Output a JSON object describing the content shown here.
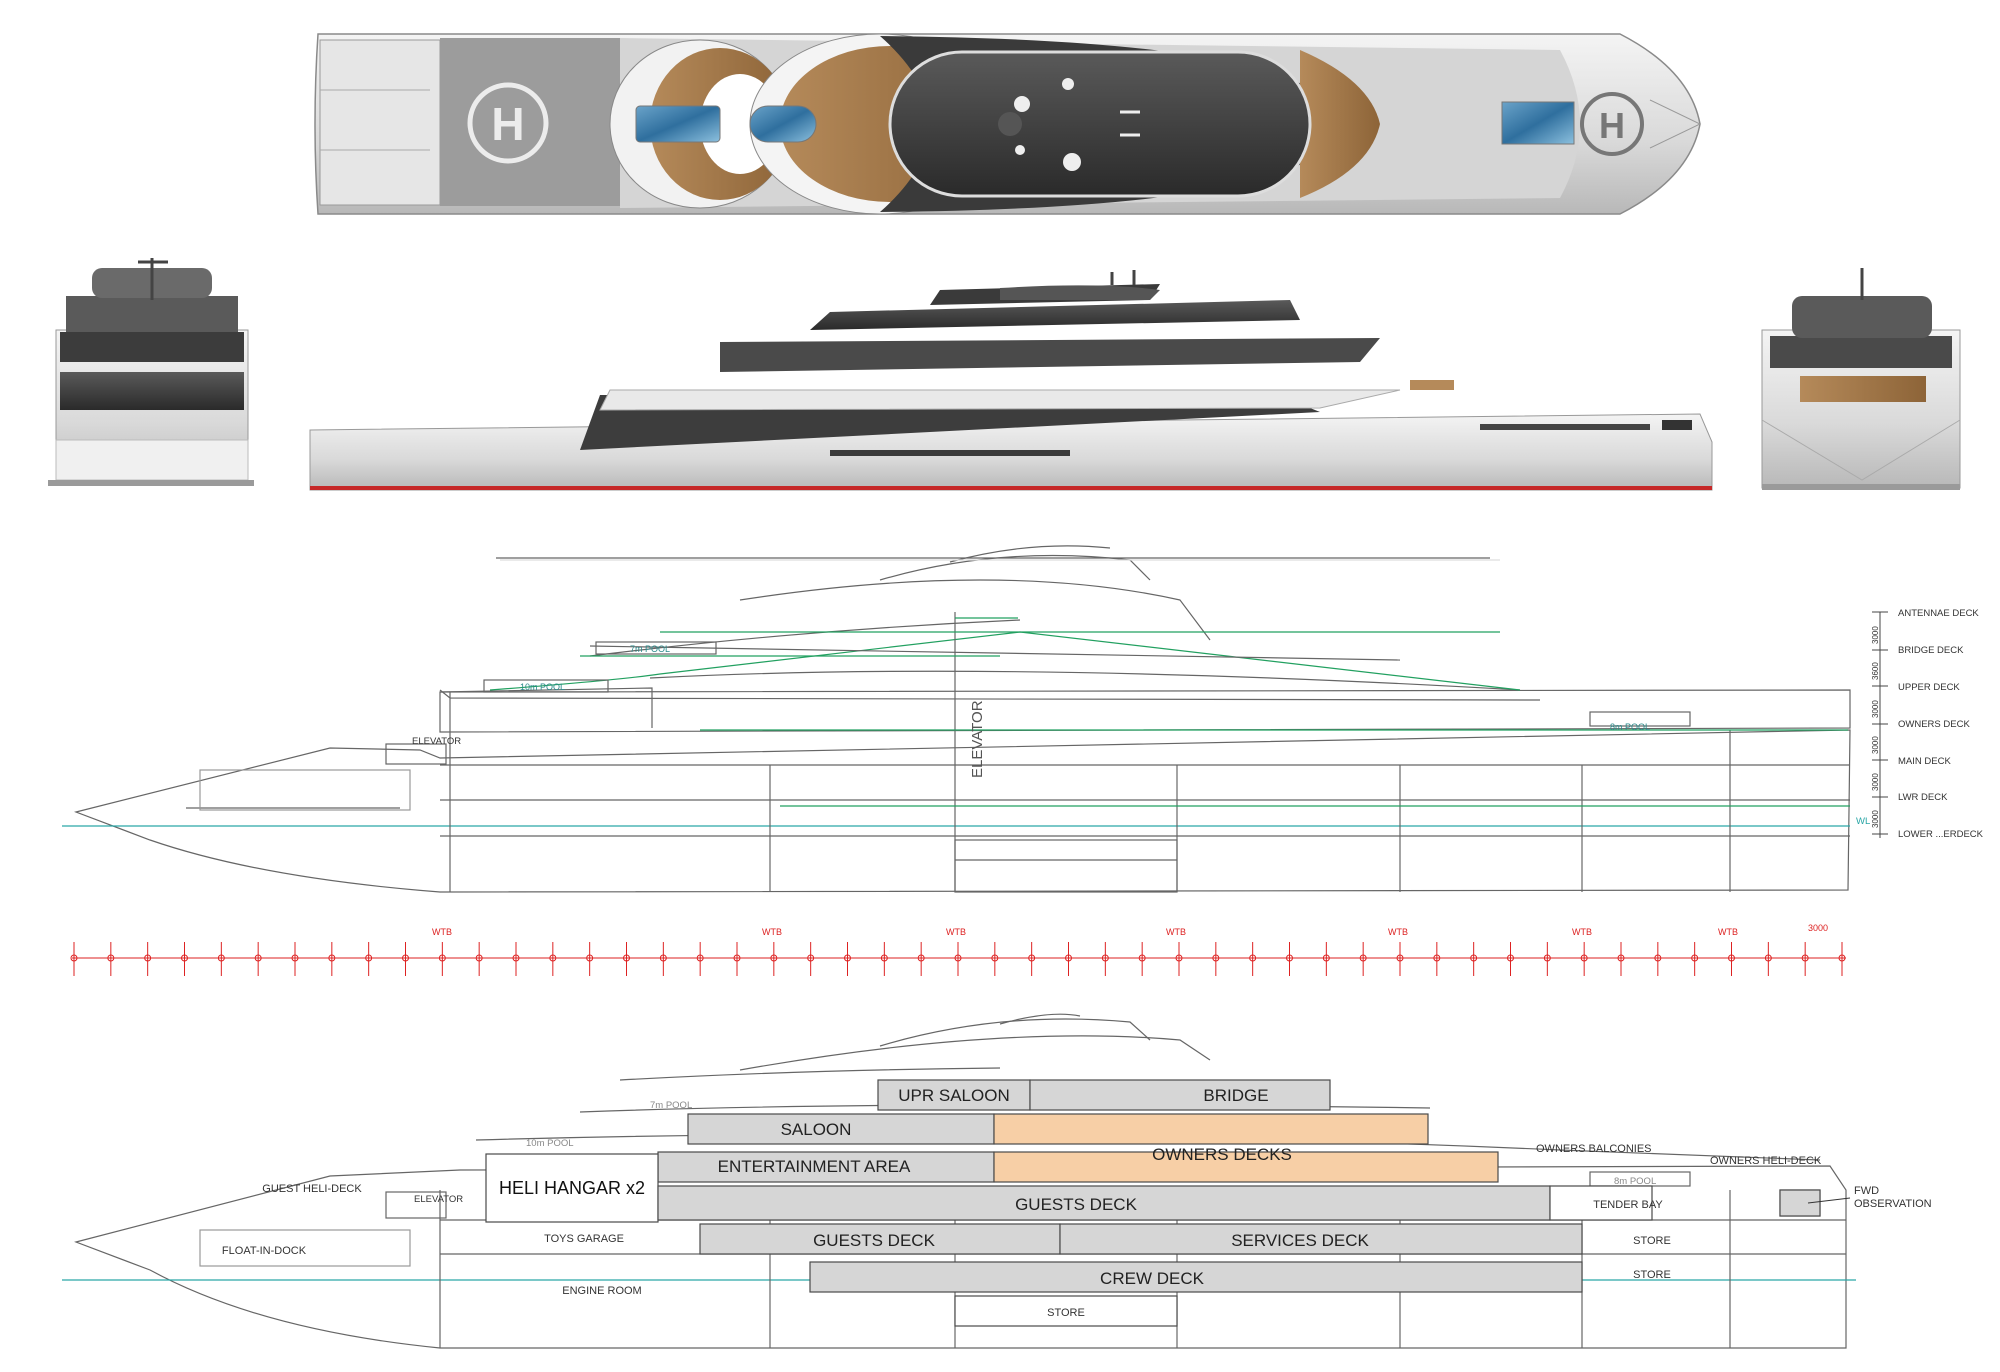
{
  "renders": {
    "helipad_marks": [
      "H",
      "H"
    ]
  },
  "profile": {
    "elevator": "ELEVATOR",
    "elevator_small": "ELEVATOR",
    "pools": [
      "7m POOL",
      "10m POOL",
      "8m POOL"
    ],
    "wl": "WL",
    "deck_levels": [
      {
        "label": "ANTENNAE DECK",
        "height": ""
      },
      {
        "label": "BRIDGE DECK",
        "height": "3000"
      },
      {
        "label": "UPPER DECK",
        "height": "3600"
      },
      {
        "label": "OWNERS DECK",
        "height": "3000"
      },
      {
        "label": "MAIN DECK",
        "height": "3000"
      },
      {
        "label": "LWR DECK",
        "height": "3000"
      },
      {
        "label": "LOWER ...ERDECK",
        "height": "3000"
      }
    ]
  },
  "frames": {
    "wtb_labels": [
      "WTB",
      "WTB",
      "WTB",
      "WTB",
      "WTB",
      "WTB",
      "WTB"
    ],
    "spacing_label": "3000",
    "count": 49
  },
  "layout_plan": {
    "zones": {
      "upr_saloon": "UPR SALOON",
      "bridge": "BRIDGE",
      "saloon": "SALOON",
      "owners_decks": "OWNERS DECKS",
      "entertainment": "ENTERTAINMENT AREA",
      "heli_hangar": "HELI HANGAR x2",
      "guests_deck_upper": "GUESTS DECK",
      "guests_deck_lower": "GUESTS DECK",
      "services_deck": "SERVICES DECK",
      "crew_deck": "CREW DECK",
      "toys_garage": "TOYS GARAGE",
      "engine_room": "ENGINE ROOM",
      "store_bottom": "STORE",
      "store_1": "STORE",
      "store_2": "STORE",
      "tender_bay": "TENDER BAY",
      "float_in_dock": "FLOAT-IN-DOCK",
      "guest_heli_deck": "GUEST HELI-DECK",
      "elevator": "ELEVATOR",
      "owners_balconies": "OWNERS BALCONIES",
      "owners_heli_deck": "OWNERS HELI-DECK",
      "fwd_observation_1": "FWD",
      "fwd_observation_2": "OBSERVATION",
      "pool_7m": "7m POOL",
      "pool_10m": "10m POOL",
      "pool_8m": "8m POOL"
    },
    "colors": {
      "grey_zone": "#d6d6d6",
      "owners_zone": "#f7cfa6",
      "outline": "#4a4a4a"
    }
  }
}
